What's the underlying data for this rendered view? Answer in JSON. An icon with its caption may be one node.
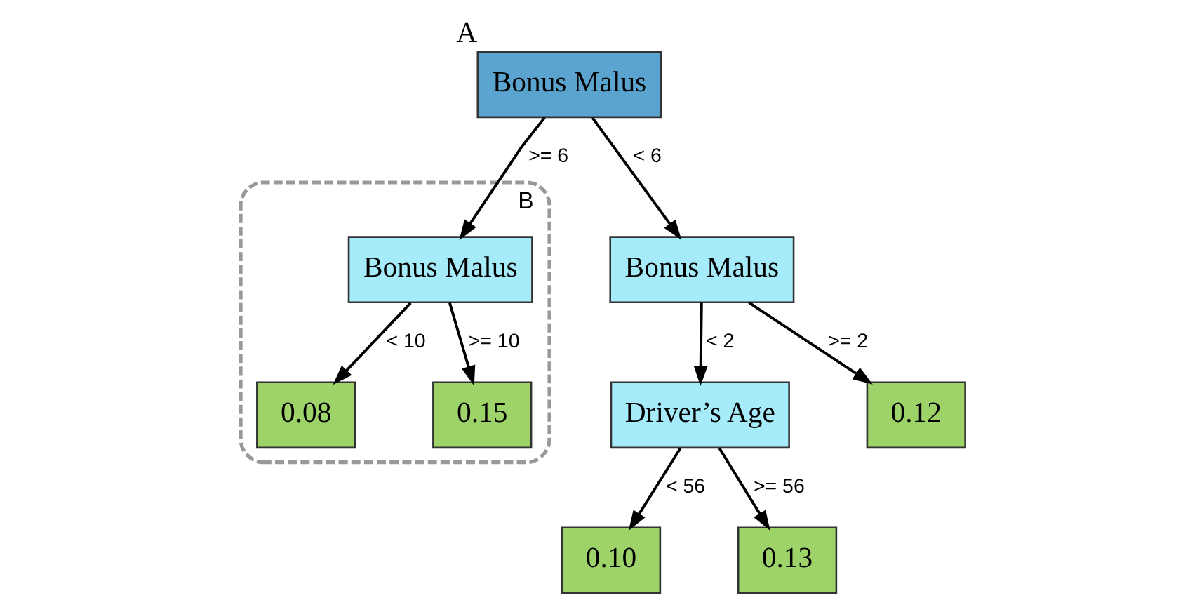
{
  "diagram": {
    "nodes": [
      {
        "text": [
          "Bonus Malus"
        ],
        "beside": [
          "A"
        ]
      },
      {
        "text": [
          "Bonus Malus"
        ]
      },
      {
        "text": [
          "B"
        ]
      },
      {
        "text": [
          "Bonus Malus"
        ],
        "in": 2
      },
      {
        "text": [
          "Driver’s Age"
        ]
      },
      {
        "text": [
          "0.12"
        ]
      },
      {
        "text": [
          "0.08"
        ],
        "in": 2
      },
      {
        "text": [
          "0.15"
        ],
        "in": 2
      },
      {
        "text": [
          "0.10"
        ]
      },
      {
        "text": [
          "0.13"
        ]
      }
    ],
    "edges": [
      {
        "from": 0,
        "to": 1,
        "arrow": "to",
        "label": "< 6"
      },
      {
        "from": 0,
        "to": 3,
        "arrow": "to",
        "label": ">= 6"
      },
      {
        "from": 1,
        "to": 4,
        "arrow": "to",
        "label": "< 2"
      },
      {
        "from": 1,
        "to": 5,
        "arrow": "to",
        "label": ">= 2"
      },
      {
        "from": 3,
        "to": 6,
        "arrow": "to",
        "label": "< 10"
      },
      {
        "from": 3,
        "to": 7,
        "arrow": "to",
        "label": ">= 10"
      },
      {
        "from": 4,
        "to": 8,
        "arrow": "to",
        "label": "< 56"
      },
      {
        "from": 4,
        "to": 9,
        "arrow": "to",
        "label": ">= 56"
      }
    ]
  }
}
